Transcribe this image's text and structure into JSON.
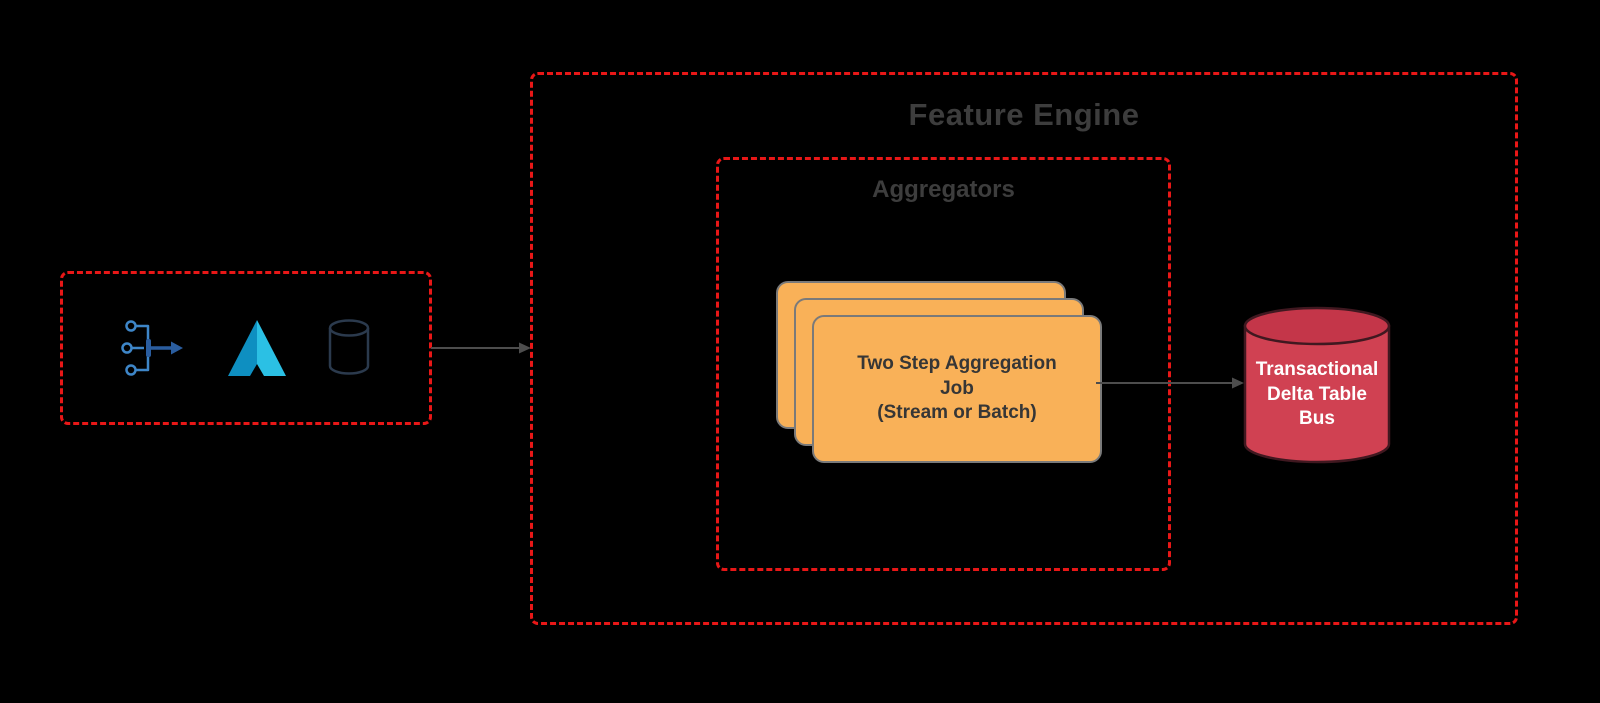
{
  "feature_engine": {
    "title": "Feature Engine"
  },
  "aggregators": {
    "title": "Aggregators"
  },
  "aggregation_job": {
    "label": "Two Step Aggregation\nJob\n(Stream or Batch)"
  },
  "delta_table_bus": {
    "label": "Transactional\nDelta Table\nBus"
  },
  "source_icons": [
    {
      "name": "stream-ingest-icon"
    },
    {
      "name": "delta-lake-icon"
    },
    {
      "name": "database-icon"
    }
  ],
  "colors": {
    "dashed_border": "#e81717",
    "card_fill": "#f9b158",
    "card_border": "#7a7a7a",
    "card_text": "#363636",
    "cylinder_fill": "#d04152",
    "cylinder_top": "#c43649",
    "cylinder_text": "#ffffff",
    "arrow": "#4d4d4d",
    "title_text": "#3d3d3d",
    "icon_blue": "#3e86c8",
    "icon_dark_blue": "#2a5d9f",
    "icon_cyan": "#2bc0e4",
    "background": "#000000"
  }
}
